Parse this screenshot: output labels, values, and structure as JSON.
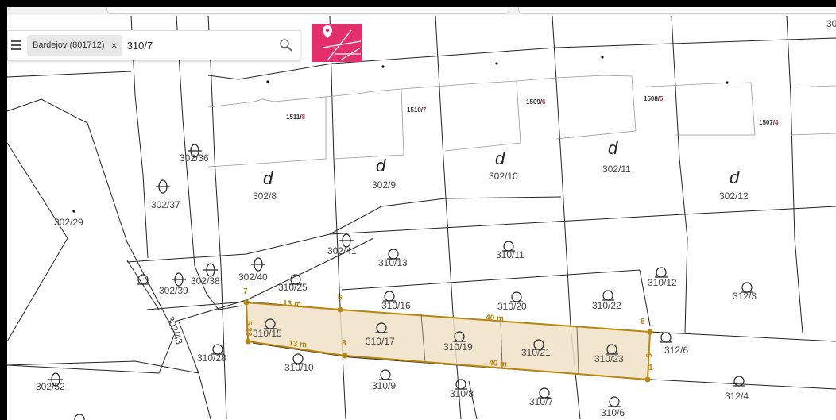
{
  "search": {
    "chip_label": "Bardejov (801712)",
    "chip_close": "×",
    "query": "310/7"
  },
  "top_right": "30",
  "parcels": [
    {
      "id": "p302_29",
      "text": "302/29"
    },
    {
      "id": "p302_36",
      "text": "302/36"
    },
    {
      "id": "p302_37",
      "text": "302/37"
    },
    {
      "id": "p302_8",
      "text": "302/8"
    },
    {
      "id": "p302_9",
      "text": "302/9"
    },
    {
      "id": "p302_10",
      "text": "302/10"
    },
    {
      "id": "p302_11",
      "text": "302/11"
    },
    {
      "id": "p302_12",
      "text": "302/12"
    },
    {
      "id": "p302_41",
      "text": "302/41"
    },
    {
      "id": "p310_13",
      "text": "310/13"
    },
    {
      "id": "p310_11",
      "text": "310/11"
    },
    {
      "id": "p310_12",
      "text": "310/12"
    },
    {
      "id": "p312_3",
      "text": "312/3"
    },
    {
      "id": "p302_39",
      "text": "302/39"
    },
    {
      "id": "p302_38",
      "text": "302/38"
    },
    {
      "id": "p302_40",
      "text": "302/40"
    },
    {
      "id": "p310_25",
      "text": "310/25"
    },
    {
      "id": "p310_16",
      "text": "310/16"
    },
    {
      "id": "p310_20",
      "text": "310/20"
    },
    {
      "id": "p310_22",
      "text": "310/22"
    },
    {
      "id": "p302_43",
      "text": "302/43"
    },
    {
      "id": "p310_15",
      "text": "310/15"
    },
    {
      "id": "p310_17",
      "text": "310/17"
    },
    {
      "id": "p310_19",
      "text": "310/19"
    },
    {
      "id": "p310_21",
      "text": "310/21"
    },
    {
      "id": "p310_23",
      "text": "310/23"
    },
    {
      "id": "p312_6",
      "text": "312/6"
    },
    {
      "id": "p310_28",
      "text": "310/28"
    },
    {
      "id": "p310_10",
      "text": "310/10"
    },
    {
      "id": "p310_9",
      "text": "310/9"
    },
    {
      "id": "p310_8",
      "text": "310/8"
    },
    {
      "id": "p310_7",
      "text": "310/7"
    },
    {
      "id": "p310_6",
      "text": "310/6"
    },
    {
      "id": "p312_4",
      "text": "312/4"
    },
    {
      "id": "p302_52",
      "text": "302/52"
    }
  ],
  "buildings": [
    {
      "base": "1511/",
      "num": "8"
    },
    {
      "base": "1510/",
      "num": "7"
    },
    {
      "base": "1509/",
      "num": "6"
    },
    {
      "base": "1508/",
      "num": "5"
    },
    {
      "base": "1507/",
      "num": "4"
    }
  ],
  "land_use_symbols": [
    "θ",
    "d",
    "o"
  ],
  "measure": {
    "highlight_color": "#f0e2c8",
    "stroke_color": "#b8860b",
    "dims": [
      "13 m",
      "40 m",
      "13 m",
      "40 m",
      "5.23",
      "6"
    ],
    "vertices": [
      "7",
      "6",
      "5",
      "3",
      "1"
    ]
  }
}
